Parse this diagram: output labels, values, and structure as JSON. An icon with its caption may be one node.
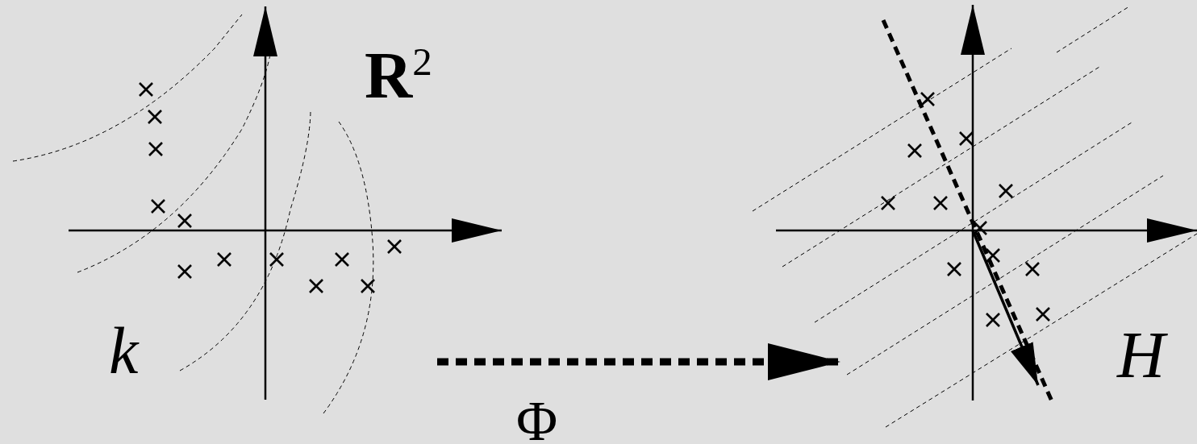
{
  "diagram": {
    "nodes": [
      {
        "text": [
          "R$^{2}$",
          "k"
        ]
      },
      {
        "text": [
          "H"
        ]
      }
    ],
    "edges": [
      {
        "from": 0,
        "to": 1,
        "arrow": "to",
        "style": "dashed",
        "label": "Φ"
      }
    ]
  }
}
